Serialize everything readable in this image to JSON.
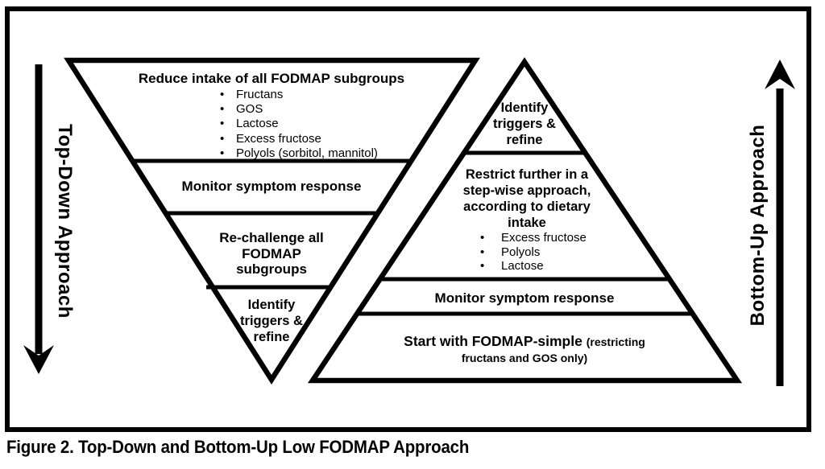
{
  "figure": {
    "caption": "Figure 2. Top-Down and Bottom-Up Low FODMAP Approach"
  },
  "colors": {
    "ink": "#000000",
    "background": "#ffffff"
  },
  "side_labels": {
    "top_down": {
      "text": "Top-Down Approach",
      "arrow_direction": "down"
    },
    "bottom_up": {
      "text": "Bottom-Up Approach",
      "arrow_direction": "up"
    }
  },
  "top_down": {
    "shape": "inverted-triangle",
    "sections": [
      {
        "title": "Reduce intake of all FODMAP subgroups",
        "items": [
          "Fructans",
          "GOS",
          "Lactose",
          "Excess fructose",
          "Polyols (sorbitol, mannitol)"
        ]
      },
      {
        "title": "Monitor symptom response"
      },
      {
        "title_lines": [
          "Re-challenge all",
          "FODMAP",
          "subgroups"
        ]
      },
      {
        "title_lines": [
          "Identify",
          "triggers &",
          "refine"
        ]
      }
    ]
  },
  "bottom_up": {
    "shape": "triangle",
    "sections": [
      {
        "title_lines": [
          "Identify",
          "triggers &",
          "refine"
        ]
      },
      {
        "title_lines": [
          "Restrict further in a",
          "step-wise approach,",
          "according to dietary",
          "intake"
        ],
        "items": [
          "Excess fructose",
          "Polyols",
          "Lactose"
        ]
      },
      {
        "title": "Monitor symptom response"
      },
      {
        "title_main": "Start with FODMAP-simple",
        "title_note_line1": "(restricting",
        "title_note_line2": "fructans and GOS only)"
      }
    ]
  }
}
